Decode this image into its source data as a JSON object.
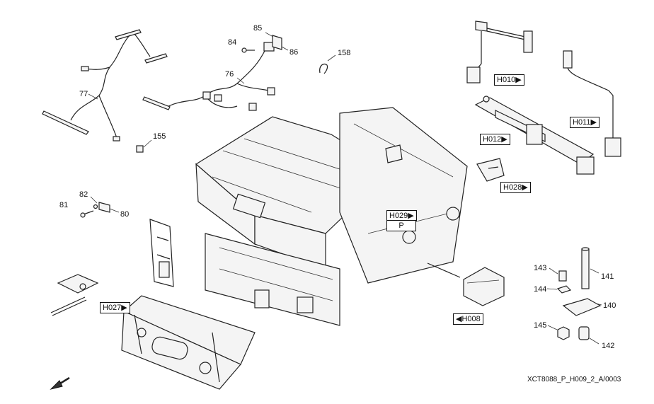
{
  "parts": [
    {
      "id": "p77",
      "label": "77"
    },
    {
      "id": "p155",
      "label": "155"
    },
    {
      "id": "p85",
      "label": "85"
    },
    {
      "id": "p84",
      "label": "84"
    },
    {
      "id": "p86",
      "label": "86"
    },
    {
      "id": "p76",
      "label": "76"
    },
    {
      "id": "p158",
      "label": "158"
    },
    {
      "id": "p82",
      "label": "82"
    },
    {
      "id": "p81",
      "label": "81"
    },
    {
      "id": "p80",
      "label": "80"
    },
    {
      "id": "p143",
      "label": "143"
    },
    {
      "id": "p141",
      "label": "141"
    },
    {
      "id": "p144",
      "label": "144"
    },
    {
      "id": "p140",
      "label": "140"
    },
    {
      "id": "p145",
      "label": "145"
    },
    {
      "id": "p142",
      "label": "142"
    }
  ],
  "callouts": [
    {
      "id": "h010",
      "text": "H010▶"
    },
    {
      "id": "h011",
      "text": "H011▶"
    },
    {
      "id": "h012",
      "text": "H012▶"
    },
    {
      "id": "h028",
      "text": "H028▶"
    },
    {
      "id": "h029",
      "text": "H029▶"
    },
    {
      "id": "h029p",
      "text": "P"
    },
    {
      "id": "h027",
      "text": "H027▶"
    },
    {
      "id": "h008",
      "text": "◀H008"
    }
  ],
  "reference": "XCT8088_P_H009_2_A/0003"
}
